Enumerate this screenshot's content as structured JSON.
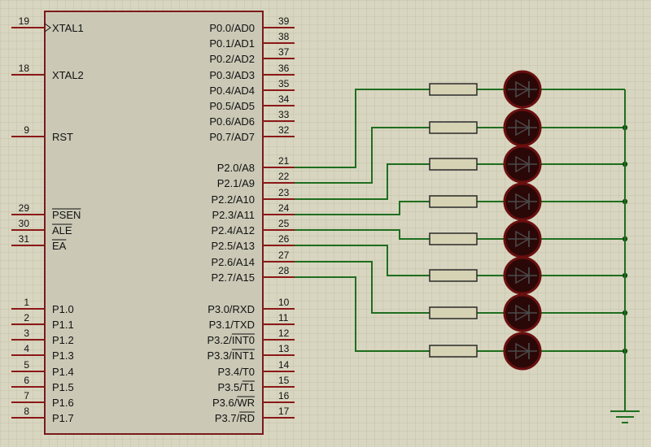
{
  "colors": {
    "background": "#d8d6c0",
    "grid": "#c3c1aa",
    "chip_fill": "#cbc9b6",
    "chip_border": "#7a1a1a",
    "pin": "#8b1818",
    "wire": "#1f6e1f",
    "junction": "#0f4d0f",
    "resistor_fill": "#d6d2b4",
    "resistor_border": "#2a2a2a",
    "led_body": "#2b0808",
    "led_ring": "#6a0f0f",
    "led_symbol": "#4a4a4a",
    "text": "#111111"
  },
  "chip": {
    "left_pins": [
      {
        "num": "19",
        "name": "XTAL1",
        "clock": true
      },
      {
        "num": "18",
        "name": "XTAL2"
      },
      {
        "num": "9",
        "name": "RST"
      },
      {
        "num": "29",
        "name": "PSEN",
        "overbar": "PSEN"
      },
      {
        "num": "30",
        "name": "ALE",
        "overbar": "ALE"
      },
      {
        "num": "31",
        "name": "EA",
        "overbar": "EA"
      },
      {
        "num": "1",
        "name": "P1.0"
      },
      {
        "num": "2",
        "name": "P1.1"
      },
      {
        "num": "3",
        "name": "P1.2"
      },
      {
        "num": "4",
        "name": "P1.3"
      },
      {
        "num": "5",
        "name": "P1.4"
      },
      {
        "num": "6",
        "name": "P1.5"
      },
      {
        "num": "7",
        "name": "P1.6"
      },
      {
        "num": "8",
        "name": "P1.7"
      }
    ],
    "right_pins": [
      {
        "num": "39",
        "name": "P0.0/AD0"
      },
      {
        "num": "38",
        "name": "P0.1/AD1"
      },
      {
        "num": "37",
        "name": "P0.2/AD2"
      },
      {
        "num": "36",
        "name": "P0.3/AD3"
      },
      {
        "num": "35",
        "name": "P0.4/AD4"
      },
      {
        "num": "34",
        "name": "P0.5/AD5"
      },
      {
        "num": "33",
        "name": "P0.6/AD6"
      },
      {
        "num": "32",
        "name": "P0.7/AD7"
      },
      {
        "num": "21",
        "name": "P2.0/A8"
      },
      {
        "num": "22",
        "name": "P2.1/A9"
      },
      {
        "num": "23",
        "name": "P2.2/A10"
      },
      {
        "num": "24",
        "name": "P2.3/A11"
      },
      {
        "num": "25",
        "name": "P2.4/A12"
      },
      {
        "num": "26",
        "name": "P2.5/A13"
      },
      {
        "num": "27",
        "name": "P2.6/A14"
      },
      {
        "num": "28",
        "name": "P2.7/A15"
      },
      {
        "num": "10",
        "name": "P3.0/RXD"
      },
      {
        "num": "11",
        "name": "P3.1/TXD"
      },
      {
        "num": "12",
        "name": "P3.2/INT0",
        "overbar": "INT0"
      },
      {
        "num": "13",
        "name": "P3.3/INT1",
        "overbar": "INT1"
      },
      {
        "num": "14",
        "name": "P3.4/T0"
      },
      {
        "num": "15",
        "name": "P3.5/T1",
        "overbar": "T1"
      },
      {
        "num": "16",
        "name": "P3.6/WR",
        "overbar": "WR"
      },
      {
        "num": "17",
        "name": "P3.7/RD",
        "overbar": "RD"
      }
    ]
  },
  "led_channels": 8,
  "ground_symbol": "ground-icon"
}
